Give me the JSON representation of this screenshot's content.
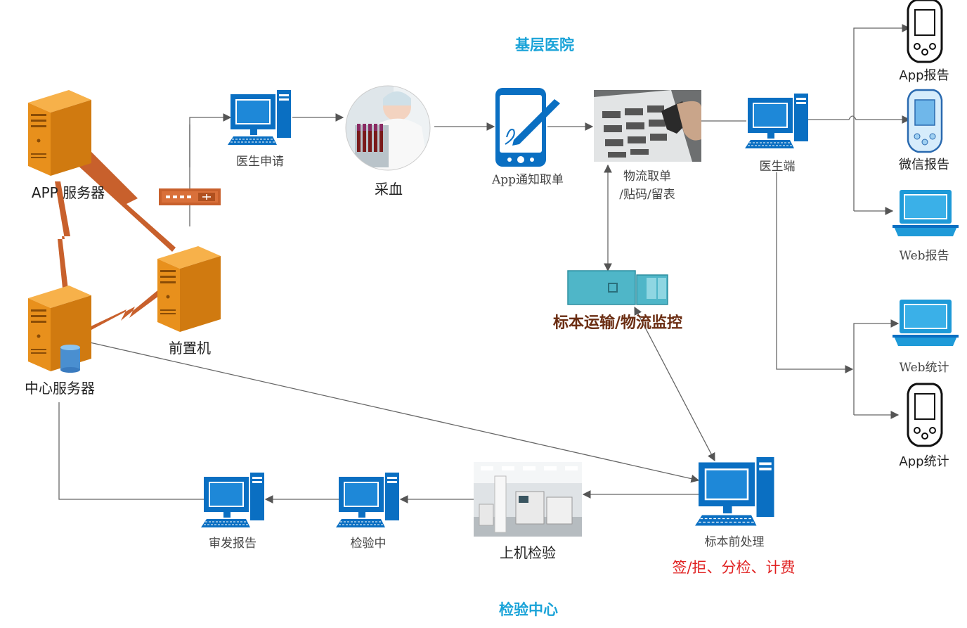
{
  "headings": {
    "top": "基层医院",
    "bottom": "检验中心"
  },
  "nodes": {
    "app_server": "APP 服务器",
    "front_machine": "前置机",
    "center_server": "中心服务器",
    "doctor_request": "医生申请",
    "blood_draw": "采血",
    "app_notify": "App通知取单",
    "logistics_line1": "物流取单",
    "logistics_line2": "/贴码/留表",
    "doctor_client": "医生端",
    "transport": "标本运输/物流监控",
    "pre_processing": "标本前处理",
    "pre_processing_detail": "签/拒、分检、计费",
    "machine_test": "上机检验",
    "testing": "检验中",
    "review_report": "审发报告",
    "app_report": "App报告",
    "wechat_report": "微信报告",
    "web_report": "Web报告",
    "web_stats": "Web统计",
    "app_stats": "App统计"
  },
  "icons": {
    "server": "server-tower-icon",
    "database": "database-cylinder-icon",
    "router": "router-icon",
    "computer": "desktop-computer-icon",
    "tablet": "tablet-pen-icon",
    "phone": "pda-phone-icon",
    "laptop": "laptop-icon",
    "truck": "truck-icon",
    "blood_photo": "blood-sampling-photo",
    "scanner_photo": "barcode-scanner-photo",
    "lab_photo": "lab-equipment-photo",
    "lightning": "lightning-link-icon"
  },
  "colors": {
    "heading": "#1aa3d8",
    "server_orange": "#e8901c",
    "device_blue": "#0a6fc2",
    "lightning": "#c8602c",
    "truck": "#4fb6c8",
    "transport_text": "#6b2d12",
    "red_text": "#e02020",
    "line": "#666666"
  }
}
